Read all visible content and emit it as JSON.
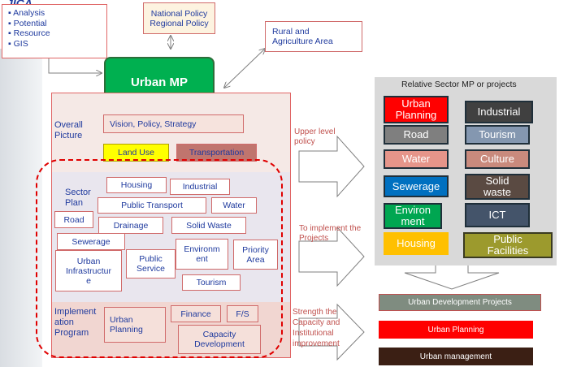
{
  "logo": {
    "text": "JICA"
  },
  "top_list": [
    "Analysis",
    "Potential",
    "Resource",
    "GIS"
  ],
  "national_policy": {
    "line1": "National Policy",
    "line2": "Regional Policy"
  },
  "rural": {
    "line1": "Rural and",
    "line2": "Agriculture Area"
  },
  "urban_mp": "Urban MP",
  "overall": {
    "label_line1": "Overall",
    "label_line2": "Picture",
    "vision": "Vision, Policy, Strategy",
    "land_use": "Land Use",
    "transportation": "Transportation"
  },
  "sector": {
    "label_line1": "Sector",
    "label_line2": "Plan",
    "housing": "Housing",
    "industrial": "Industrial",
    "public_transport": "Public Transport",
    "water": "Water",
    "road": "Road",
    "drainage": "Drainage",
    "solid_waste": "Solid Waste",
    "sewerage": "Sewerage",
    "urban_infra": [
      "Urban",
      "Infrastructur",
      "e"
    ],
    "public_service": [
      "Public",
      "Service"
    ],
    "environment": [
      "Environm",
      "ent"
    ],
    "priority_area": [
      "Priority",
      "Area"
    ],
    "tourism": "Tourism"
  },
  "implementation": {
    "label": [
      "Implement",
      "ation",
      "Program"
    ],
    "urban_planning": [
      "Urban",
      "Planning"
    ],
    "finance": "Finance",
    "fs": "F/S",
    "capacity": [
      "Capacity",
      "Development"
    ]
  },
  "arrow_labels": {
    "upper": [
      "Upper level",
      "policy"
    ],
    "implement": [
      "To implement the",
      "Projects"
    ],
    "strength": [
      "Strength the",
      "Capacity and",
      "Institutional",
      "improvement"
    ]
  },
  "relative": {
    "title": "Relative  Sector MP or projects",
    "items": [
      {
        "lines": [
          "Urban",
          "Planning"
        ],
        "color": "#ff0000"
      },
      {
        "lines": [
          "Industrial"
        ],
        "color": "#404040"
      },
      {
        "lines": [
          "Road"
        ],
        "color": "#7f7f7f"
      },
      {
        "lines": [
          "Tourism"
        ],
        "color": "#8497b0"
      },
      {
        "lines": [
          "Water"
        ],
        "color": "#e6958a"
      },
      {
        "lines": [
          "Culture"
        ],
        "color": "#c98a7d"
      },
      {
        "lines": [
          "Sewerage"
        ],
        "color": "#0070c0"
      },
      {
        "lines": [
          "Solid",
          "waste"
        ],
        "color": "#5a4a42"
      },
      {
        "lines": [
          "Environ",
          "ment"
        ],
        "color": "#00a651"
      },
      {
        "lines": [
          "ICT"
        ],
        "color": "#44546a"
      },
      {
        "lines": [
          "Housing"
        ],
        "color": "#ffc000"
      },
      {
        "lines": [
          "Public",
          "Facilities"
        ],
        "color": "#9c9a2d"
      }
    ]
  },
  "results": [
    {
      "label": "Urban Development Projects",
      "color": "#7f8c80"
    },
    {
      "label": "Urban Planning",
      "color": "#ff0000"
    },
    {
      "label": "Urban management",
      "color": "#3b1f14"
    }
  ]
}
